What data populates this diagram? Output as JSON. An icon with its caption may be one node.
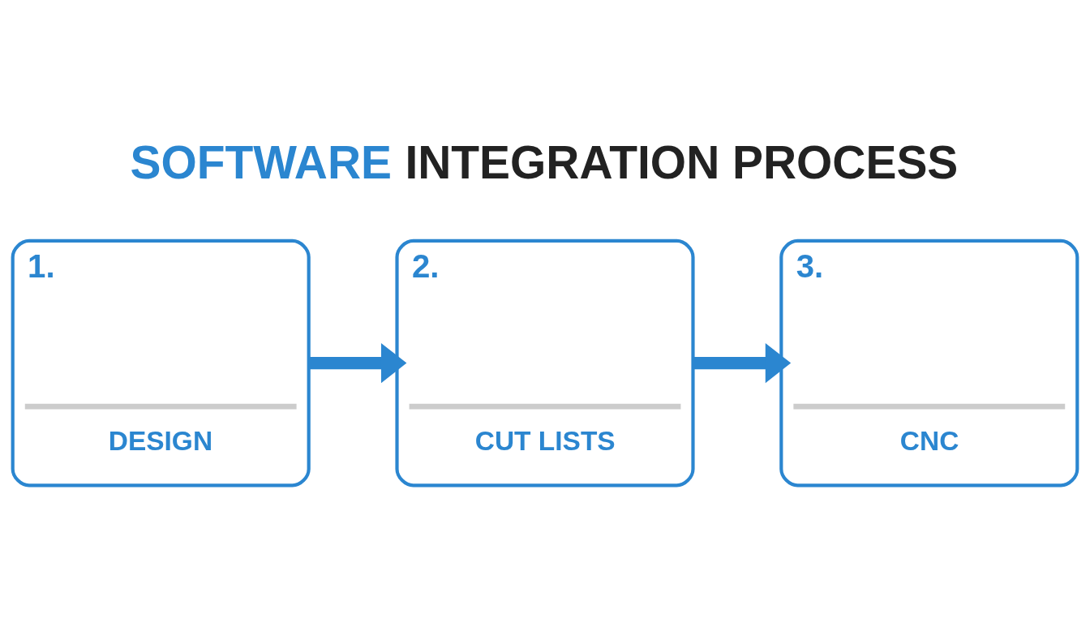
{
  "diagram": {
    "title": "SOFTWARE INTEGRATION PROCESS",
    "nodes": [
      {
        "text": [
          "1.",
          "DESIGN"
        ]
      },
      {
        "text": [
          "2.",
          "CUT LISTS"
        ]
      },
      {
        "text": [
          "3.",
          "CNC"
        ]
      }
    ],
    "edges": [
      {
        "from": 0,
        "to": 1,
        "arrow": "to"
      },
      {
        "from": 1,
        "to": 2,
        "arrow": "to"
      }
    ]
  }
}
